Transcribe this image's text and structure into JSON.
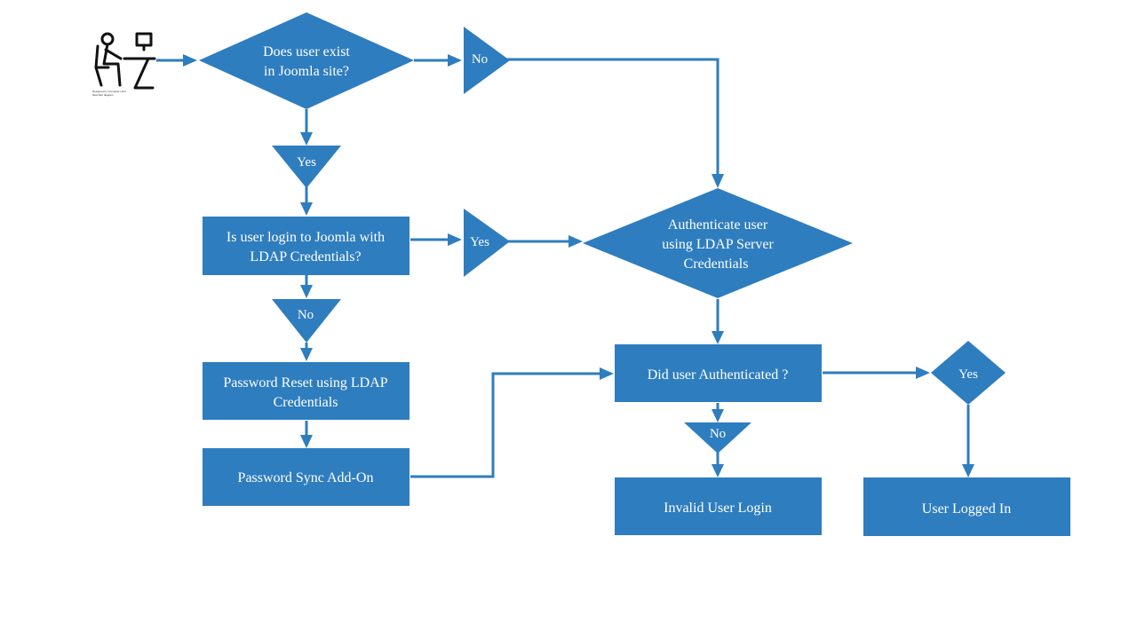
{
  "colors": {
    "shape": "#2e7dbf",
    "label": "#ffffff",
    "background": "#ffffff"
  },
  "icons": {
    "user": "person-at-computer-icon"
  },
  "nodes": {
    "decision_exist": {
      "line1": "Does user exist",
      "line2": "in Joomla site?"
    },
    "badge_no_top": {
      "text": "No"
    },
    "badge_yes_left": {
      "text": "Yes"
    },
    "process_login": {
      "line1": "Is user login to Joomla with",
      "line2": "LDAP Credentials?"
    },
    "badge_yes_mid": {
      "text": "Yes"
    },
    "decision_auth": {
      "line1": "Authenticate user",
      "line2": "using LDAP Server",
      "line3": "Credentials"
    },
    "badge_no_left": {
      "text": "No"
    },
    "process_reset": {
      "line1": "Password Reset using LDAP",
      "line2": "Credentials"
    },
    "process_sync": {
      "text": "Password Sync Add-On"
    },
    "process_did_auth": {
      "text": "Did user Authenticated ?"
    },
    "badge_no_bottom": {
      "text": "No"
    },
    "badge_yes_right": {
      "text": "Yes"
    },
    "process_invalid": {
      "text": "Invalid User Login"
    },
    "process_logged_in": {
      "text": "User Logged In"
    }
  }
}
